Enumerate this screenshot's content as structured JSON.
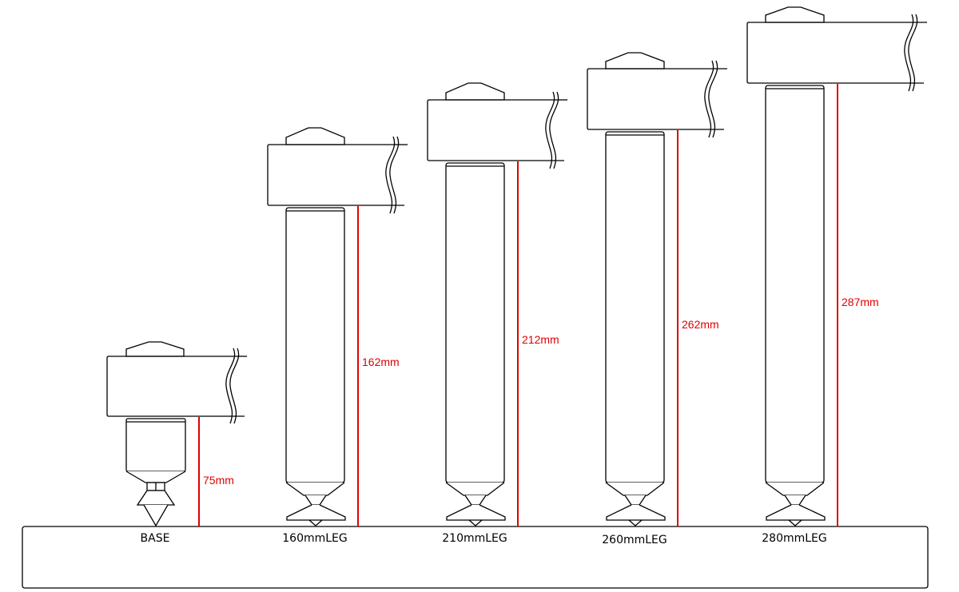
{
  "diagram": {
    "colors": {
      "outline": "#000000",
      "dimension": "#e00000",
      "background": "#ffffff"
    },
    "variants": [
      {
        "id": "base",
        "name": "BASE",
        "height_label": "75mm",
        "part": "base-with-spike"
      },
      {
        "id": "leg160",
        "name": "160mmLEG",
        "height_label": "162mm",
        "part": "long-leg"
      },
      {
        "id": "leg210",
        "name": "210mmLEG",
        "height_label": "212mm",
        "part": "long-leg"
      },
      {
        "id": "leg260",
        "name": "260mmLEG",
        "height_label": "262mm",
        "part": "long-leg"
      },
      {
        "id": "leg280",
        "name": "280mmLEG",
        "height_label": "287mm",
        "part": "long-leg"
      }
    ]
  }
}
